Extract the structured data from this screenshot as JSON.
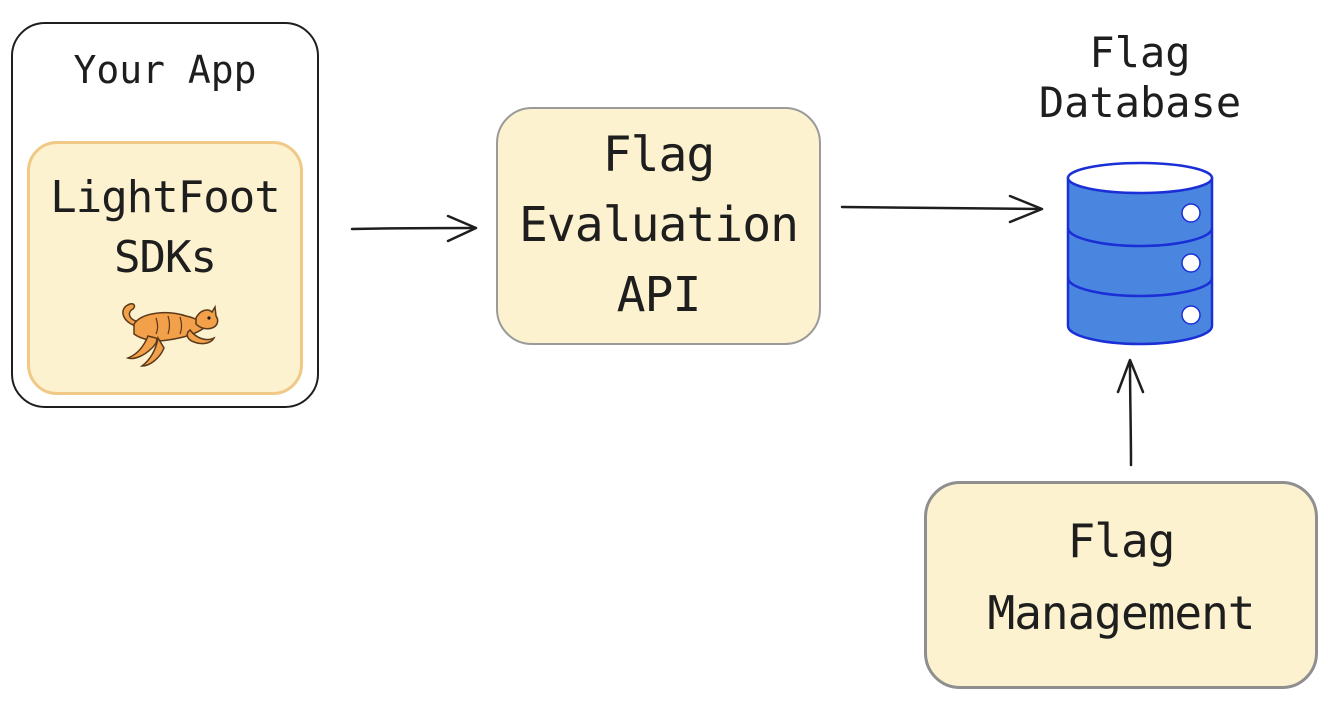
{
  "app_box": {
    "title": "Your App",
    "sdk_line1": "LightFoot",
    "sdk_line2": "SDKs",
    "mascot_icon": "running-cat-icon"
  },
  "api_box": {
    "line1": "Flag",
    "line2": "Evaluation",
    "line3": "API"
  },
  "database": {
    "line1": "Flag",
    "line2": "Database",
    "icon": "database-cylinder-icon",
    "color": "#4a86e0"
  },
  "management_box": {
    "line1": "Flag",
    "line2": "Management"
  },
  "colors": {
    "box_fill": "#fcf2cf",
    "sdk_border": "#f0c987",
    "stroke": "#1e1e1e",
    "db_blue": "#4a86e0",
    "cat_orange": "#f2a04a"
  }
}
